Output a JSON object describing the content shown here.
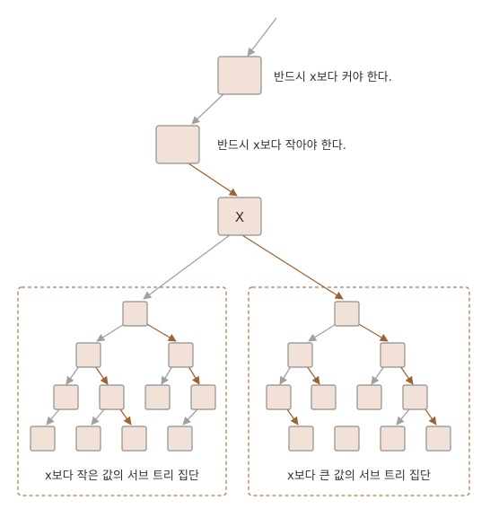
{
  "colors": {
    "node_fill": "#f2e1d6",
    "node_stroke": "#8f8f8f",
    "gray_edge": "#a0a0a0",
    "brown_edge": "#9a6533",
    "group_border": "#b87a4a",
    "text": "#333333"
  },
  "labels": {
    "top_note": "반드시 x보다 커야 한다.",
    "second_note": "반드시 x보다 작아야 한다.",
    "x_node": "X",
    "left_group": "x보다 작은 값의 서브 트리 집단",
    "right_group": "x보다 큰 값의 서브 트리 집단"
  }
}
